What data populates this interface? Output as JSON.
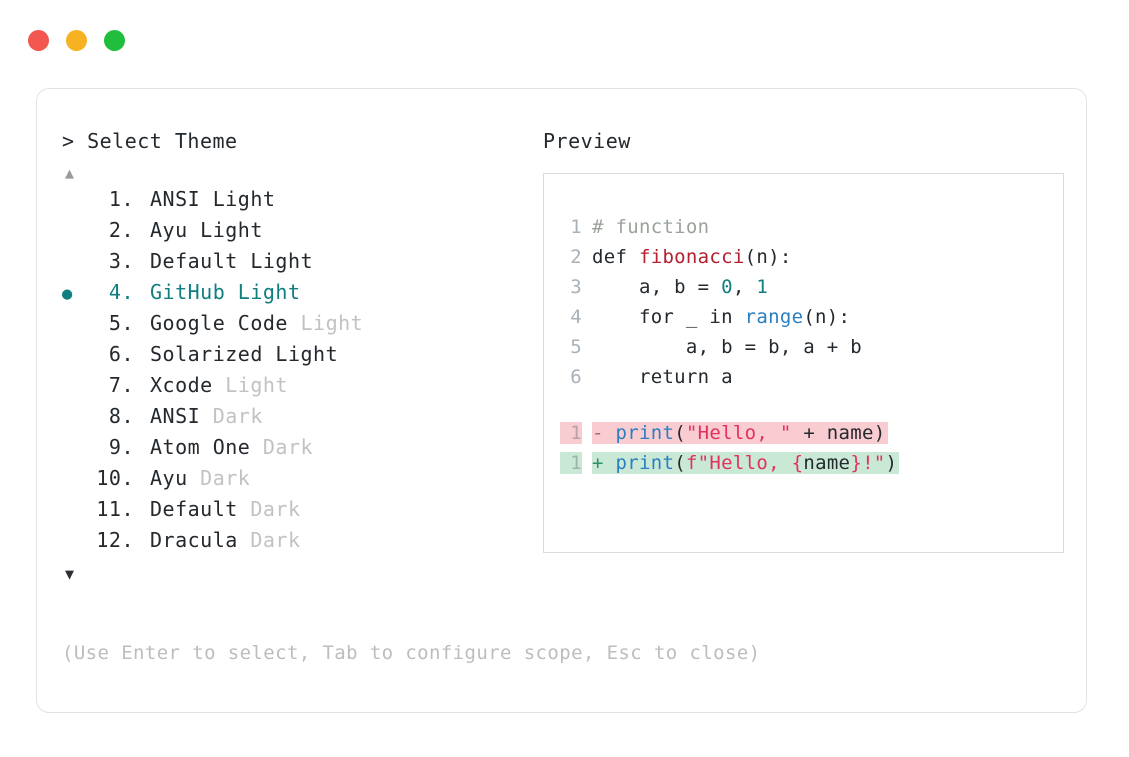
{
  "window": {
    "traffic_lights": [
      {
        "name": "close",
        "color": "#f2564f"
      },
      {
        "name": "minimize",
        "color": "#f6b221"
      },
      {
        "name": "maximize",
        "color": "#21bd3c"
      }
    ]
  },
  "selector": {
    "prompt": "> Select Theme",
    "scroll_up_icon": "▲",
    "scroll_down_icon": "▼",
    "bullet_icon": "●",
    "selected_index": 4,
    "accent_color": "#0f7f80",
    "items": [
      {
        "number": "1.",
        "name": "ANSI",
        "variant": "Light",
        "variant_dim": false,
        "selected": false
      },
      {
        "number": "2.",
        "name": "Ayu",
        "variant": "Light",
        "variant_dim": false,
        "selected": false
      },
      {
        "number": "3.",
        "name": "Default",
        "variant": "Light",
        "variant_dim": false,
        "selected": false
      },
      {
        "number": "4.",
        "name": "GitHub",
        "variant": "Light",
        "variant_dim": false,
        "selected": true
      },
      {
        "number": "5.",
        "name": "Google Code",
        "variant": "Light",
        "variant_dim": true,
        "selected": false
      },
      {
        "number": "6.",
        "name": "Solarized",
        "variant": "Light",
        "variant_dim": false,
        "selected": false
      },
      {
        "number": "7.",
        "name": "Xcode",
        "variant": "Light",
        "variant_dim": true,
        "selected": false
      },
      {
        "number": "8.",
        "name": "ANSI",
        "variant": "Dark",
        "variant_dim": true,
        "selected": false
      },
      {
        "number": "9.",
        "name": "Atom One",
        "variant": "Dark",
        "variant_dim": true,
        "selected": false
      },
      {
        "number": "10.",
        "name": "Ayu",
        "variant": "Dark",
        "variant_dim": true,
        "selected": false
      },
      {
        "number": "11.",
        "name": "Default",
        "variant": "Dark",
        "variant_dim": true,
        "selected": false
      },
      {
        "number": "12.",
        "name": "Dracula",
        "variant": "Dark",
        "variant_dim": true,
        "selected": false
      }
    ]
  },
  "preview": {
    "label": "Preview",
    "code_lines": [
      {
        "gutter": "1",
        "tokens": [
          {
            "t": "# function",
            "c": "tok-comment"
          }
        ]
      },
      {
        "gutter": "2",
        "tokens": [
          {
            "t": "def ",
            "c": "tok-keyword"
          },
          {
            "t": "fibonacci",
            "c": "tok-func"
          },
          {
            "t": "(n):",
            "c": "tok-plain"
          }
        ]
      },
      {
        "gutter": "3",
        "tokens": [
          {
            "t": "    a, b = ",
            "c": "tok-plain"
          },
          {
            "t": "0",
            "c": "tok-number"
          },
          {
            "t": ", ",
            "c": "tok-plain"
          },
          {
            "t": "1",
            "c": "tok-number"
          }
        ]
      },
      {
        "gutter": "4",
        "tokens": [
          {
            "t": "    for _ in ",
            "c": "tok-plain"
          },
          {
            "t": "range",
            "c": "tok-builtin"
          },
          {
            "t": "(n):",
            "c": "tok-plain"
          }
        ]
      },
      {
        "gutter": "5",
        "tokens": [
          {
            "t": "        a, b = b, a + b",
            "c": "tok-plain"
          }
        ]
      },
      {
        "gutter": "6",
        "tokens": [
          {
            "t": "    return a",
            "c": "tok-plain"
          }
        ]
      }
    ],
    "diff_lines": [
      {
        "kind": "del",
        "gutter": "1",
        "marker": "-",
        "tokens": [
          {
            "t": "print",
            "c": "tok-builtin"
          },
          {
            "t": "(",
            "c": "tok-plain"
          },
          {
            "t": "\"Hello, \"",
            "c": "tok-string"
          },
          {
            "t": " + name)",
            "c": "tok-plain"
          }
        ]
      },
      {
        "kind": "add",
        "gutter": "1",
        "marker": "+",
        "tokens": [
          {
            "t": "print",
            "c": "tok-builtin"
          },
          {
            "t": "(",
            "c": "tok-plain"
          },
          {
            "t": "f\"Hello, ",
            "c": "tok-string"
          },
          {
            "t": "{",
            "c": "tok-string"
          },
          {
            "t": "name",
            "c": "tok-plain"
          },
          {
            "t": "}",
            "c": "tok-string"
          },
          {
            "t": "!\"",
            "c": "tok-string"
          },
          {
            "t": ")",
            "c": "tok-plain"
          }
        ]
      }
    ]
  },
  "footer": {
    "hint": "(Use Enter to select, Tab to configure scope, Esc to close)"
  }
}
